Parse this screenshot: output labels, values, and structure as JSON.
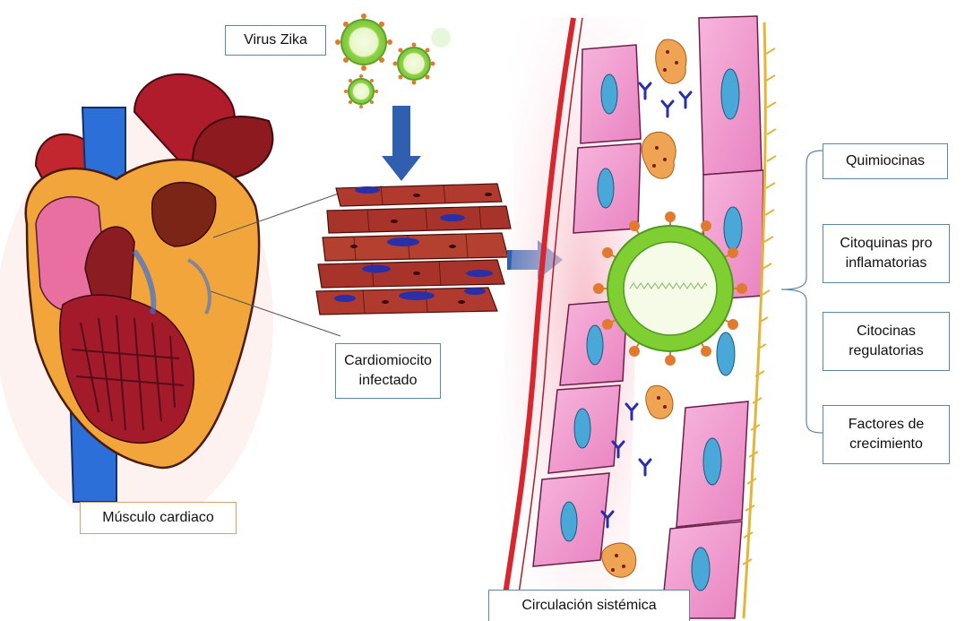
{
  "labels": {
    "virus": "Virus Zika",
    "infected_line1": "Cardiomiocito",
    "infected_line2": "infectado",
    "heart": "Músculo cardiaco",
    "circulation": "Circulación sistémica"
  },
  "factors": [
    {
      "line1": "Quimiocinas",
      "line2": ""
    },
    {
      "line1": "Citoquinas pro",
      "line2": "inflamatorias"
    },
    {
      "line1": "Citocinas",
      "line2": "regulatorias"
    },
    {
      "line1": "Factores de",
      "line2": "crecimiento"
    }
  ],
  "colors": {
    "label_border": "#5b86a8",
    "heart_label_border": "#d9a06a",
    "arrow": "#2f5fae",
    "virus_green": "#8fd14a",
    "vessel_pink": "#f4a6cf",
    "heart_red": "#b3202b",
    "vein_blue": "#2d6fd8"
  }
}
